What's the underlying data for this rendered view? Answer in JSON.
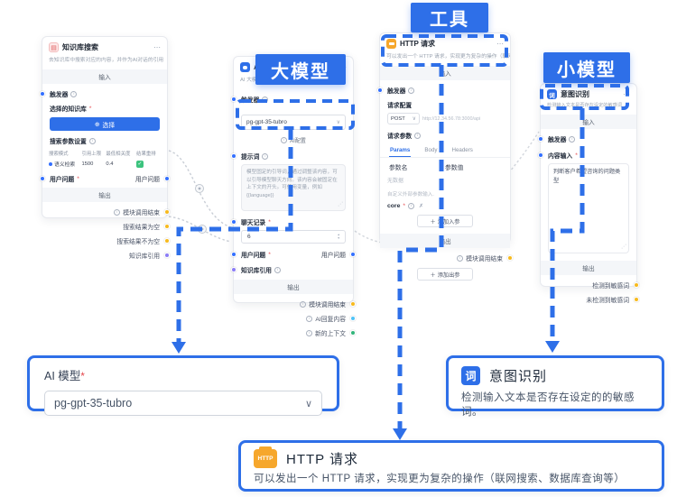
{
  "badges": {
    "tools": "工具",
    "large_model": "大模型",
    "small_model": "小模型"
  },
  "common": {
    "input": "输入",
    "output": "输出",
    "trigger": "触发器",
    "required": "*",
    "question_in": "用户问题",
    "question_out": "用户问题"
  },
  "icons": {
    "more": "⋯",
    "chevron_down": "∨",
    "step_up": "▴",
    "step_down": "▾",
    "check": "✓",
    "plus": "＋",
    "plus_circle": "⊕",
    "delete": "✗",
    "resize": "⋰",
    "info": "i",
    "kb_glyph": "▤"
  },
  "colors": {
    "accent": "#2e6fe8",
    "port_blue": "#3370ff",
    "port_yellow": "#f7ba1e",
    "port_purple": "#8b7cf6",
    "port_cyan": "#4fc3f7",
    "port_green": "#32b57b",
    "check_green": "#3cc37e",
    "http_orange": "#f6a72c"
  },
  "panels": {
    "kb": {
      "title": "知识库搜索",
      "subtitle": "去知识库中搜索对应的内容，并作为AI对话的引用",
      "dataset_label": "选择的知识库",
      "select_button": "选择",
      "params_label": "搜索参数设置",
      "table": {
        "headers": [
          "搜索模式",
          "引用上限",
          "最低相关度",
          "结果重排"
        ],
        "row_mode": "语义检索",
        "row_limit": "1500",
        "row_score": "0.4"
      },
      "outputs": [
        {
          "label": "模块调用结束"
        },
        {
          "label": "搜索结果为空"
        },
        {
          "label": "搜索结果不为空"
        },
        {
          "label": "知识库引用"
        }
      ]
    },
    "chat": {
      "title": "AI 对话",
      "subtitle": "AI 大模型对话",
      "model_value": "pg-gpt-35-tubro",
      "config_label": "AI配置",
      "prompt_label": "提示词",
      "prompt_text": "模型固定的引导词，通过调整该内容，可以引导模型聊天方向。该内容会被固定在上下文的开头。可使用变量，例如 {{language}}",
      "history_label": "聊天记录",
      "history_value": "6",
      "quote_label": "知识库引用",
      "outputs": [
        {
          "label": "模块调用结束"
        },
        {
          "label": "AI回复内容"
        },
        {
          "label": "新的上下文"
        }
      ]
    },
    "http": {
      "title": "HTTP 请求",
      "subtitle": "可以发出一个 HTTP 请求，实现更为复杂的操作（联网搜索、数据库查询等）",
      "config_label": "请求配置",
      "method": "POST",
      "url": "http://12.34.56.78:3000/api",
      "params_label": "请求参数",
      "tabs": [
        "Params",
        "Body",
        "Headers"
      ],
      "col_name": "参数名",
      "col_value": "参数值",
      "empty_text": "无数据",
      "hint": "自定义外部参数输入.",
      "custom_param": "core",
      "add_in": "添加入参",
      "add_out": "添加出参",
      "outputs": [
        {
          "label": "模块调用结束"
        }
      ]
    },
    "intent": {
      "title": "意图识别",
      "icon_text": "词",
      "subtitle": "检测输入文本是否存在设定的敏感词",
      "content_label": "内容输入",
      "content_value": "判断客户希望咨询的问题类型",
      "outputs": [
        {
          "label": "检测到敏感词"
        },
        {
          "label": "未检测到敏感词"
        }
      ]
    }
  },
  "callouts": {
    "model": {
      "label": "AI 模型",
      "value": "pg-gpt-35-tubro"
    },
    "intent": {
      "icon_text": "词",
      "title": "意图识别",
      "desc": "检测输入文本是否存在设定的的敏感词。"
    },
    "http": {
      "icon_text": "HTTP",
      "title": "HTTP 请求",
      "desc": "可以发出一个 HTTP 请求，实现更为复杂的操作（联网搜索、数据库查询等）"
    }
  }
}
